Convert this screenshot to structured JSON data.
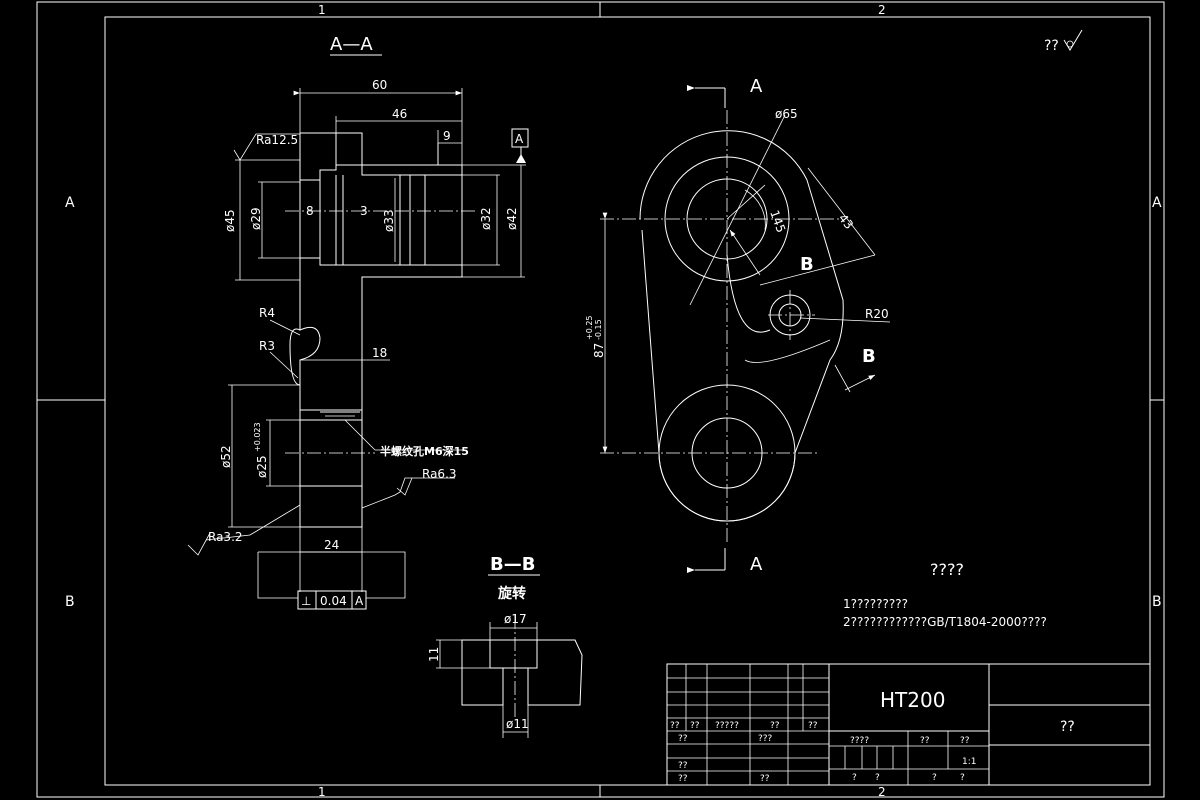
{
  "frame": {
    "col_labels": [
      "1",
      "2"
    ],
    "row_labels": [
      "A",
      "B"
    ]
  },
  "roughness_default": "??",
  "views": {
    "section_aa": {
      "title": "A—A",
      "dims": {
        "len_60": "60",
        "len_46": "46",
        "len_9": "9",
        "len_8": "8",
        "len_3": "3",
        "len_18": "18",
        "len_24": "24",
        "dia_45": "ø45",
        "dia_29": "ø29",
        "dia_33": "ø33",
        "dia_32": "ø32",
        "dia_42": "ø42",
        "dia_52": "ø52",
        "dia_25": "ø25",
        "dia_25_tol": "+0.023",
        "r4": "R4",
        "r3": "R3"
      },
      "roughness": {
        "top": "Ra12.5",
        "right": "Ra6.3",
        "bottom": "Ra3.2"
      },
      "note": "半螺纹孔M6深15",
      "datum": "A",
      "tolerance_frame": {
        "symbol": "⊥",
        "value": "0.04",
        "datum": "A"
      }
    },
    "front": {
      "cut_label": "A",
      "view_label_b": "B",
      "dims": {
        "dia_65": "ø65",
        "angle_145": "145",
        "len_43": "43",
        "r20": "R20",
        "height": "87",
        "height_tol_up": "+0.25",
        "height_tol_dn": "-0.15"
      }
    },
    "section_bb": {
      "title": "B—B",
      "subtitle": "旋转",
      "dims": {
        "dia_17": "ø17",
        "dia_11": "ø11",
        "depth_11": "11"
      }
    }
  },
  "notes": {
    "heading": "????",
    "lines": [
      "1?????????",
      "2????????????GB/T1804-2000????"
    ]
  },
  "title_block": {
    "material": "HT200",
    "name": "??",
    "left_labels": [
      "??",
      "??",
      "?????",
      "??",
      "??"
    ],
    "mid_labels": [
      "??",
      "???"
    ],
    "footer_labels": [
      "??",
      "??",
      "??"
    ],
    "grid_labels": [
      "????",
      "??",
      "??"
    ],
    "scale": "1:1",
    "sheet_labels": [
      "?",
      "?",
      "?",
      "?"
    ]
  }
}
